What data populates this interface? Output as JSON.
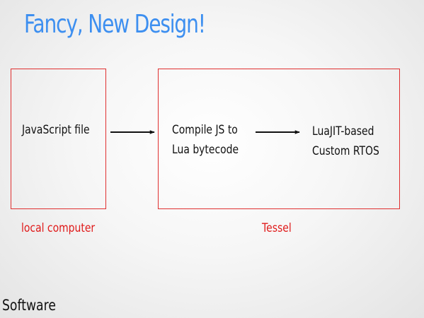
{
  "title": "Fancy, New Design!",
  "footer": "Software",
  "colors": {
    "title": "#3d8ff0",
    "box_border": "#e03030",
    "caption": "#e01b1b",
    "arrow": "#111111"
  },
  "diagram": {
    "nodes": {
      "javascript_file": {
        "lines": [
          "JavaScript file"
        ]
      },
      "compile": {
        "lines": [
          "Compile JS to",
          "Lua bytecode"
        ]
      },
      "rtos": {
        "lines": [
          "LuaJIT-based",
          "Custom RTOS"
        ]
      }
    },
    "groups": {
      "local": {
        "label": "local computer"
      },
      "tessel": {
        "label": "Tessel"
      }
    },
    "edges": [
      {
        "from": "javascript_file",
        "to": "compile"
      },
      {
        "from": "compile",
        "to": "rtos"
      }
    ]
  }
}
